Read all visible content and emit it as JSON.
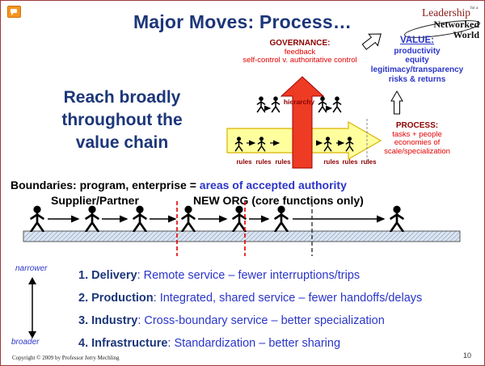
{
  "slide": {
    "title": "Major Moves: Process…",
    "page_number": "10",
    "copyright": "Copyright © 2009 by Professor Jerry Mechling"
  },
  "logo": {
    "word1": "Leadership",
    "tagline": "for a",
    "word2": "Networked",
    "word3": "World"
  },
  "governance": {
    "heading": "GOVERNANCE:",
    "line1": "feedback",
    "line2": "self-control v. authoritative control"
  },
  "value": {
    "heading": "VALUE:",
    "item1": "productivity",
    "item2": "equity",
    "item3": "legitimacy/transparency",
    "item4": "risks & returns"
  },
  "process": {
    "heading": "PROCESS:",
    "line1": "tasks + people",
    "line2": "economies of",
    "line3": "scale/specialization"
  },
  "reach": {
    "line1": "Reach broadly",
    "line2": "throughout the",
    "line3": "value chain"
  },
  "diagram": {
    "hierarchy_label": "hierarchy",
    "rules": [
      "rules",
      "rules",
      "rules",
      "rules",
      "rules",
      "rules"
    ]
  },
  "boundaries": {
    "lead": "Boundaries",
    "middle": ": program, enterprise = ",
    "highlight": "areas of accepted authority"
  },
  "columns": {
    "left_header": "Supplier/Partner",
    "right_header": "NEW ORG (core functions only)"
  },
  "axis": {
    "top_label": "narrower",
    "bottom_label": "broader"
  },
  "moves": [
    {
      "num": "1. ",
      "term": "Delivery",
      "rest": ": Remote service – fewer interruptions/trips"
    },
    {
      "num": "2. ",
      "term": "Production",
      "rest": ": Integrated, shared service – fewer handoffs/delays"
    },
    {
      "num": "3. ",
      "term": "Industry",
      "rest": ": Cross-boundary service – better specialization"
    },
    {
      "num": "4. ",
      "term": "Infrastructure",
      "rest": ": Standardization – better sharing"
    }
  ],
  "colors": {
    "navy": "#1C3679",
    "blue": "#2B35C8",
    "red": "#E30000",
    "dark_red": "#8B0000",
    "arrow_red": "#EE3B24",
    "arrow_yellow": "#FFFF9E",
    "band_fill": "#DBE5F1"
  }
}
